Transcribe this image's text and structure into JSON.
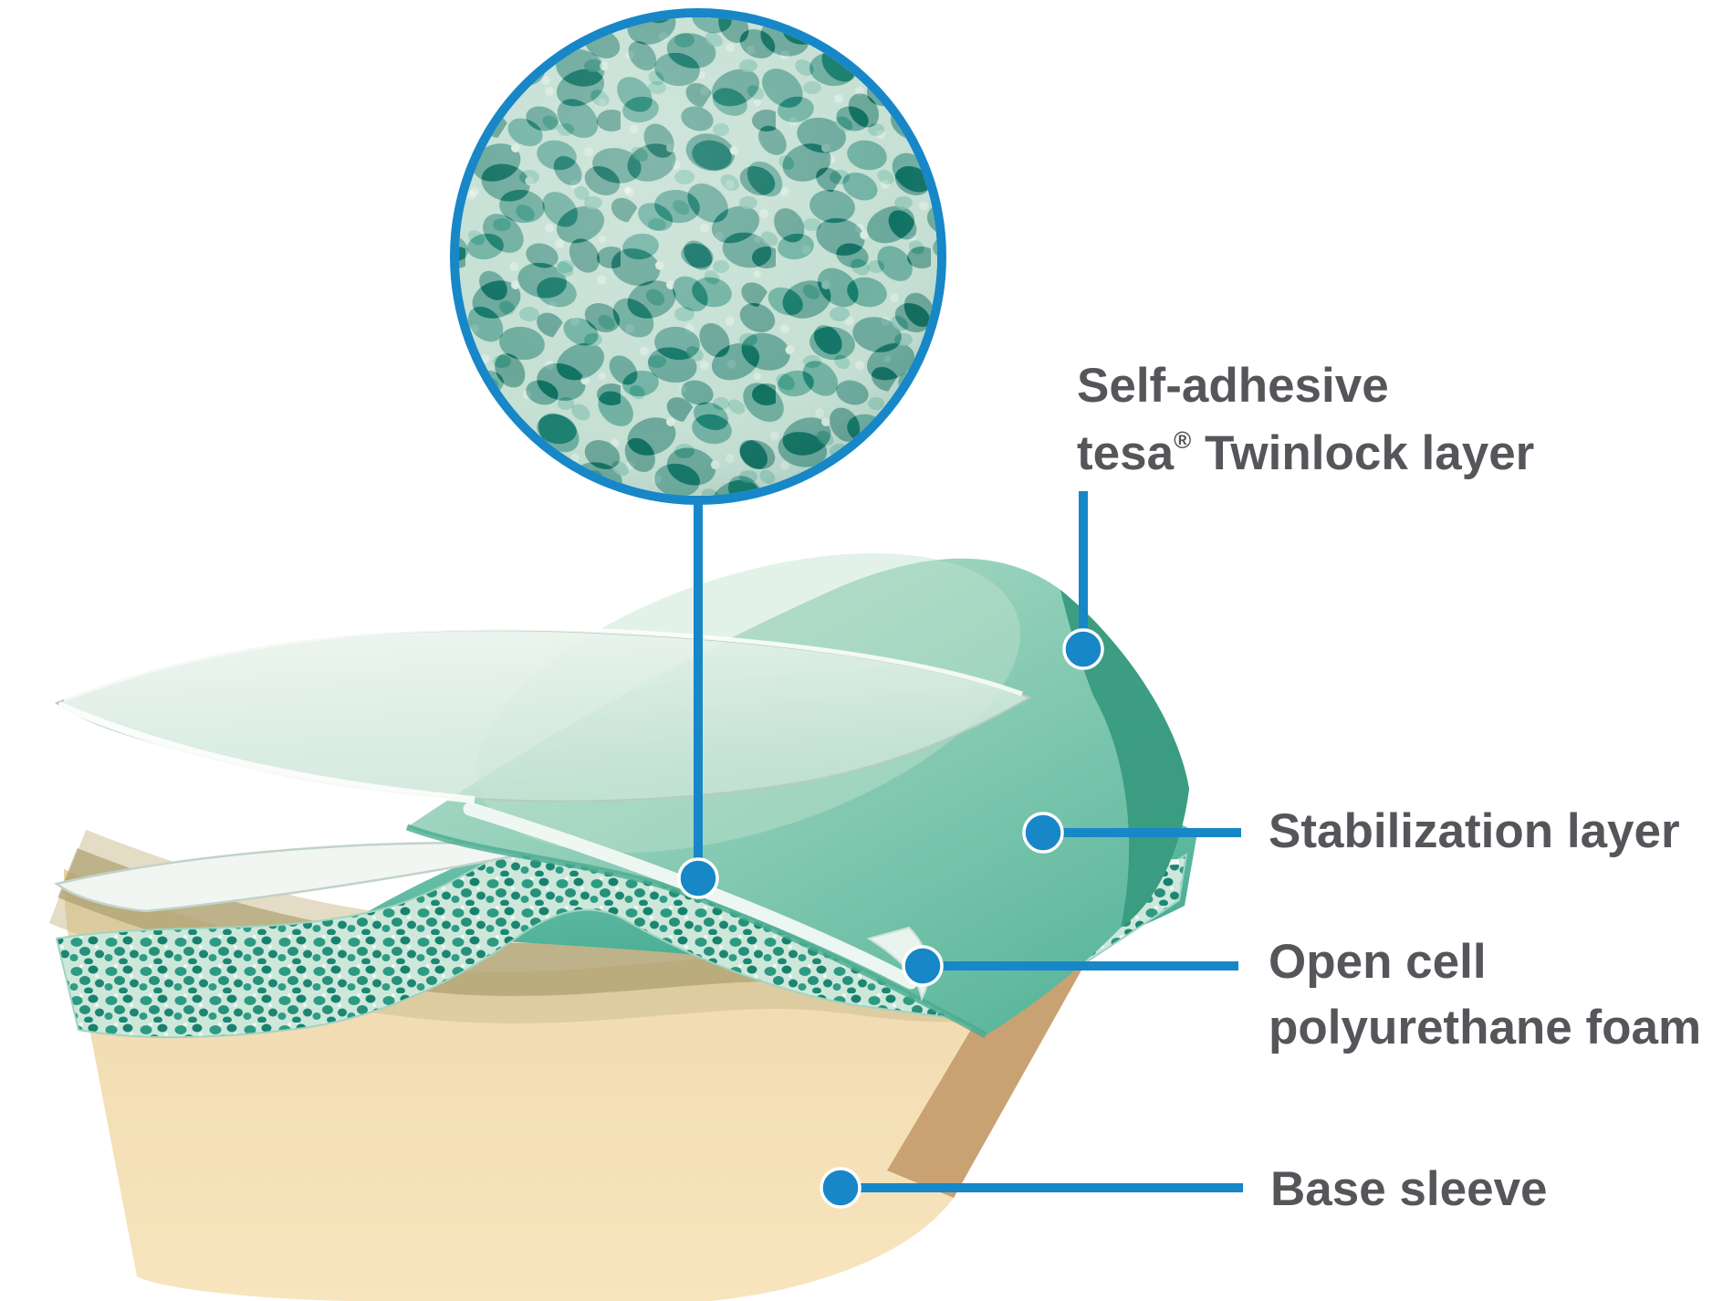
{
  "figure": {
    "type": "exploded-layer-diagram",
    "accent_color": "#1787c8",
    "label_text_color": "#55565a",
    "labels": {
      "self_adhesive_line1": "Self-adhesive",
      "self_adhesive_brand": "tesa",
      "self_adhesive_reg": "®",
      "self_adhesive_line2_rest": " Twinlock layer",
      "stabilization": "Stabilization layer",
      "open_cell_line1": "Open cell",
      "open_cell_line2": "polyurethane foam",
      "base_sleeve": "Base sleeve"
    },
    "inset": {
      "name": "open-cell-foam-magnified-view",
      "border_color": "#1787c8"
    },
    "layer_colors": {
      "cover_liner": "#dcefe5",
      "twinlock_layer": "#7cc6ae",
      "stabilization_layer": "#5ab699",
      "open_cell_foam": "#2d9a82",
      "base_sleeve_front": "#f6deb4",
      "base_sleeve_side": "#c9a273"
    }
  }
}
